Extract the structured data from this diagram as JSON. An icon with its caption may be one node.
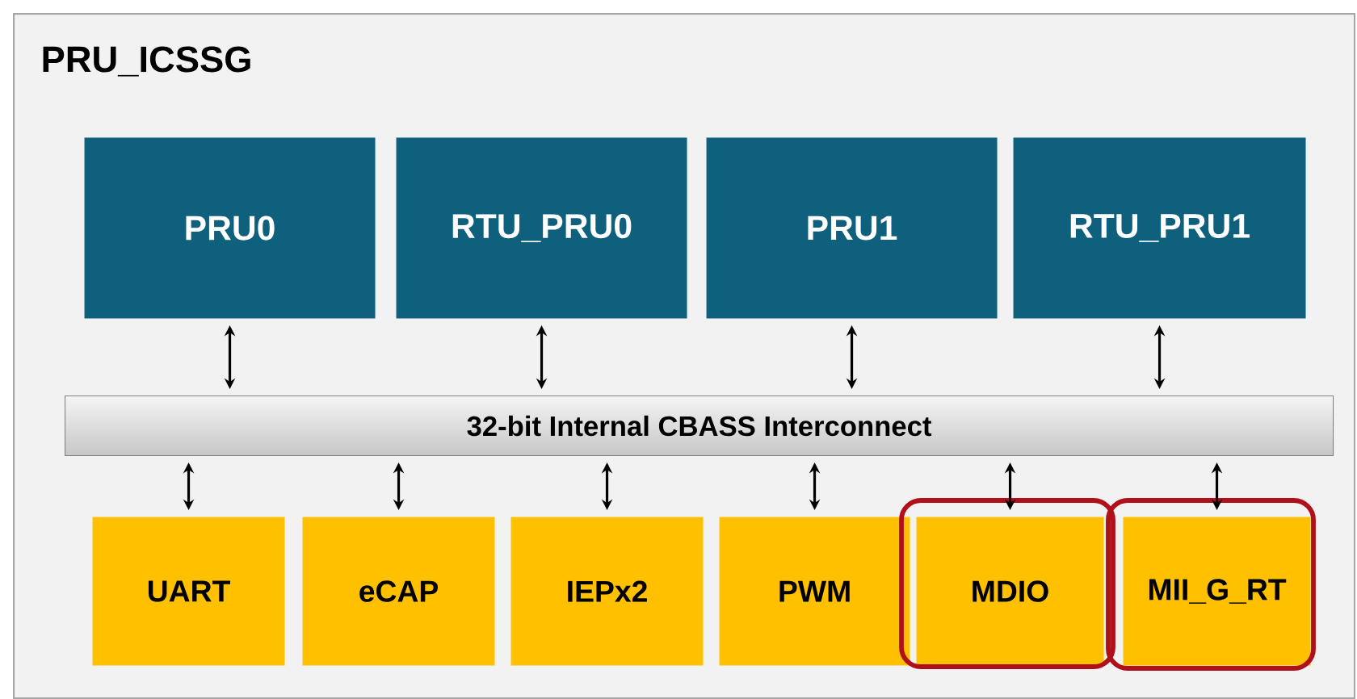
{
  "diagram": {
    "nodes": [
      {
        "text": [
          "PRU_ICSSG"
        ]
      },
      {
        "text": [
          "PRU0"
        ],
        "in": 0
      },
      {
        "text": [
          "RTU_PRU0"
        ],
        "in": 0
      },
      {
        "text": [
          "PRU1"
        ],
        "in": 0
      },
      {
        "text": [
          "RTU_PRU1"
        ],
        "in": 0
      },
      {
        "text": [
          "32-bit Internal CBASS Interconnect"
        ],
        "in": 0
      },
      {
        "text": [
          "UART"
        ],
        "in": 0
      },
      {
        "text": [
          "eCAP"
        ],
        "in": 0
      },
      {
        "text": [
          "IEPx2"
        ],
        "in": 0
      },
      {
        "text": [
          "PWM"
        ],
        "in": 0
      },
      {
        "text": [
          "MDIO"
        ],
        "in": 0
      },
      {
        "text": [
          "MII_G_RT"
        ],
        "in": 0
      }
    ],
    "edges": [
      {
        "from": 1,
        "to": 5,
        "arrow": "both"
      },
      {
        "from": 2,
        "to": 5,
        "arrow": "both"
      },
      {
        "from": 3,
        "to": 5,
        "arrow": "both"
      },
      {
        "from": 4,
        "to": 5,
        "arrow": "both"
      },
      {
        "from": 5,
        "to": 6,
        "arrow": "both"
      },
      {
        "from": 5,
        "to": 7,
        "arrow": "both"
      },
      {
        "from": 5,
        "to": 8,
        "arrow": "both"
      },
      {
        "from": 5,
        "to": 9,
        "arrow": "both"
      },
      {
        "from": 5,
        "to": 10,
        "arrow": "both"
      },
      {
        "from": 5,
        "to": 11,
        "arrow": "both"
      }
    ]
  }
}
